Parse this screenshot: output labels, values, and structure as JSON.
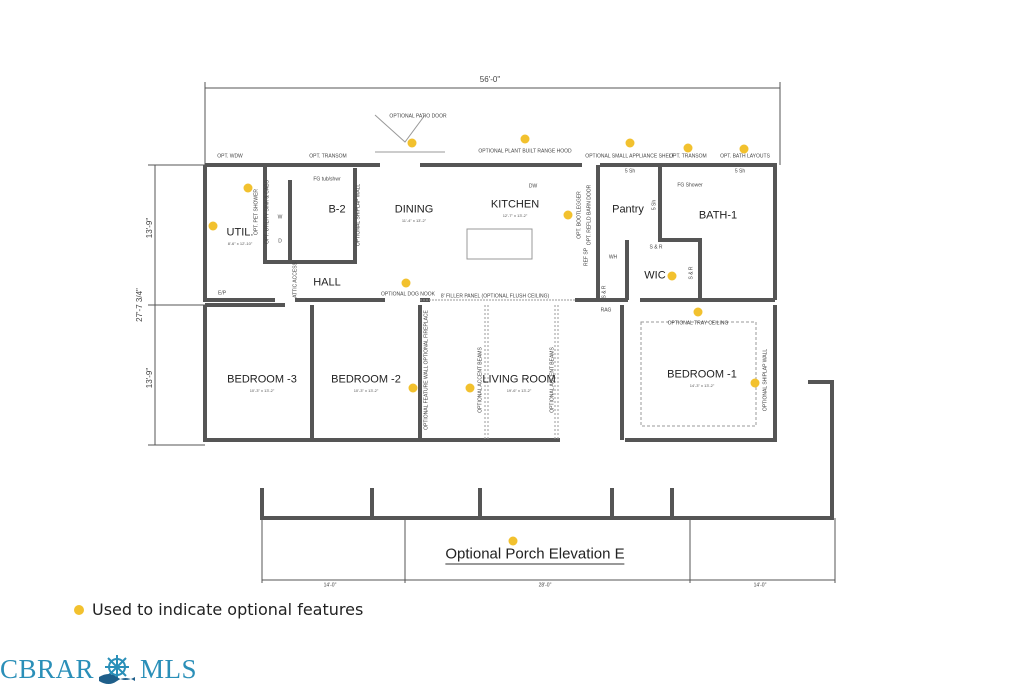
{
  "plan": {
    "overall_width": "56'-0\"",
    "overall_depth": "27'-7 3/4\"",
    "depth_upper": "13'-9\"",
    "depth_lower": "13'-9\"",
    "porch_dims": [
      "14'-0\"",
      "28'-0\"",
      "14'-0\""
    ],
    "porch_title": "Optional Porch Elevation E"
  },
  "rooms": [
    {
      "name": "UTIL.",
      "dims": "8'-6\" x 12'-10\""
    },
    {
      "name": "B-2",
      "dims": ""
    },
    {
      "name": "DINING",
      "dims": "11'-4\" x 13'-2\""
    },
    {
      "name": "KITCHEN",
      "dims": "12'-7\" x 13'-2\""
    },
    {
      "name": "Pantry",
      "dims": ""
    },
    {
      "name": "BATH-1",
      "dims": ""
    },
    {
      "name": "WIC",
      "dims": ""
    },
    {
      "name": "HALL",
      "dims": ""
    },
    {
      "name": "BEDROOM -3",
      "dims": "10'-3\" x 13'-2\""
    },
    {
      "name": "BEDROOM -2",
      "dims": "10'-3\" x 13'-2\""
    },
    {
      "name": "LIVING ROOM",
      "dims": "19'-6\" x 13'-2\""
    },
    {
      "name": "BEDROOM -1",
      "dims": "14'-3\" x 13'-2\""
    }
  ],
  "notes": [
    "OPT. WDW",
    "OPT. TRANSOM",
    "OPTIONAL PATIO DOOR",
    "OPTIONAL PLANT BUILT RANGE HOOD",
    "OPTIONAL SMALL APPLIANCE SHELF",
    "OPT. TRANSOM",
    "OPT. BATH LAYOUTS",
    "OPT. PET SHOWER",
    "OPT. UTILITY SINK & CABS",
    "OPTIONAL SHIPLAP WALL",
    "FG tub/shwr",
    "DW",
    "OPT. BOOTLEGGER",
    "OPT. REFLD BARN DOOR",
    "5 Sh",
    "5 Sh",
    "5 Sh",
    "FG Shower",
    "S & R",
    "S & R",
    "S & R",
    "RAG",
    "WH",
    "REF SP",
    "W",
    "D",
    "ATTIC ACCESS",
    "OPTIONAL DOG NOOK",
    "8' FILLER PANEL (OPTIONAL FLUSH CEILING)",
    "OPTIONAL TRAY CEILING",
    "OPTIONAL FEATURE WALL OPTIONAL FIREPLACE",
    "OPTIONAL ACCENT BEAMS",
    "OPTIONAL ACCENT BEAMS",
    "OPTIONAL SHIPLAP WALL",
    "E/P"
  ],
  "legend": {
    "text": "Used to indicate optional features",
    "color": "#f2c12e"
  },
  "logo": {
    "left": "CBRAR",
    "right": "MLS",
    "color": "#2a8fb8"
  }
}
